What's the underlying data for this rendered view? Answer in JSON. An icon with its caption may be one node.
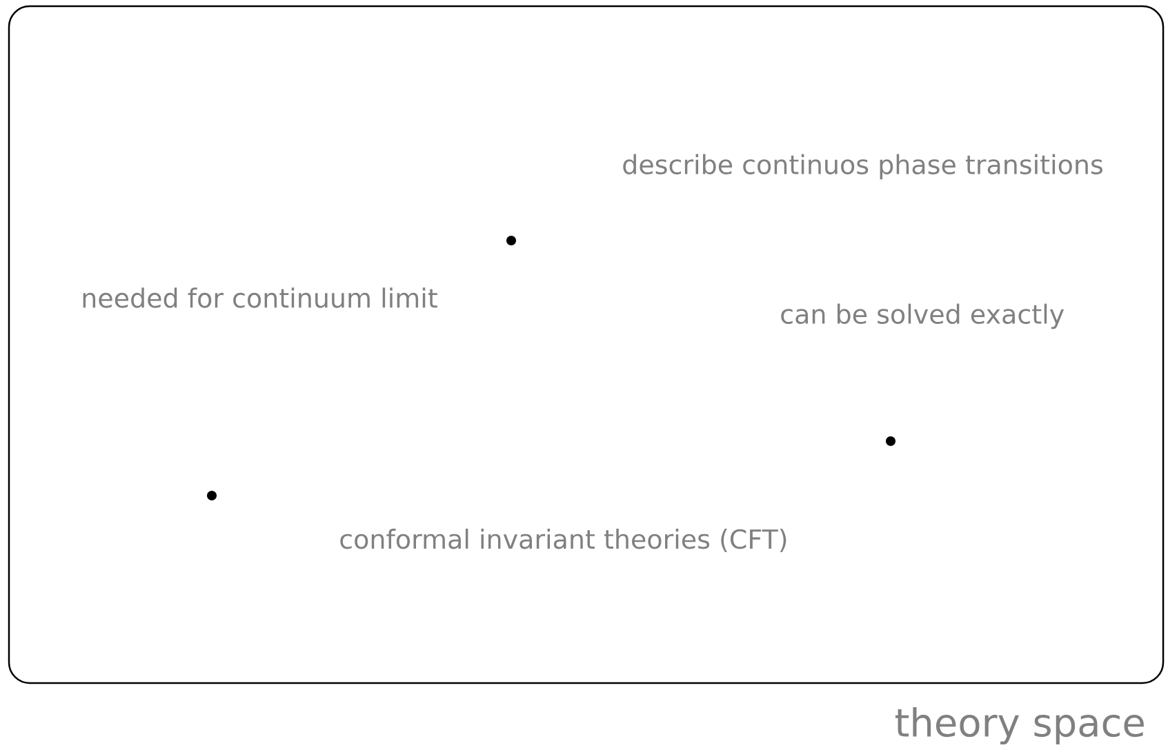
{
  "diagram": {
    "nodes": [
      {
        "text": [
          "theory space"
        ]
      }
    ],
    "labels": [
      "describe continuos phase transitions",
      "needed for continuum limit",
      "can be solved exactly",
      "conformal invariant theories (CFT)"
    ]
  }
}
